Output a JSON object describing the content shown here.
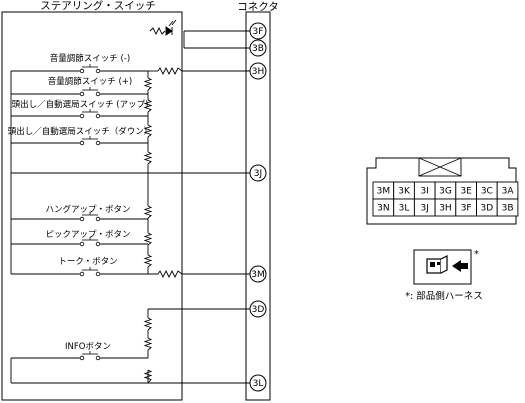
{
  "title_switch": "ステアリング・スイッチ",
  "title_connector": "コネクタ",
  "connector_pins": [
    "3F",
    "3B",
    "3H",
    "3J",
    "3M",
    "3D",
    "3L"
  ],
  "switches": [
    "音量調節スイッチ (-)",
    "音量調節スイッチ (+)",
    "頭出し／自動選局スイッチ (アップ)",
    "頭出し／自動選局スイッチ（ダウン）",
    "ハングアップ・ボタン",
    "ピックアップ・ボタン",
    "トーク・ボタン",
    "INFOボタン"
  ],
  "connector_face": {
    "row1": [
      "3M",
      "3K",
      "3I",
      "3G",
      "3E",
      "3C",
      "3A"
    ],
    "row2": [
      "3N",
      "3L",
      "3J",
      "3H",
      "3F",
      "3D",
      "3B"
    ]
  },
  "harness_note": "*: 部品側ハーネス",
  "asterisk": "*"
}
